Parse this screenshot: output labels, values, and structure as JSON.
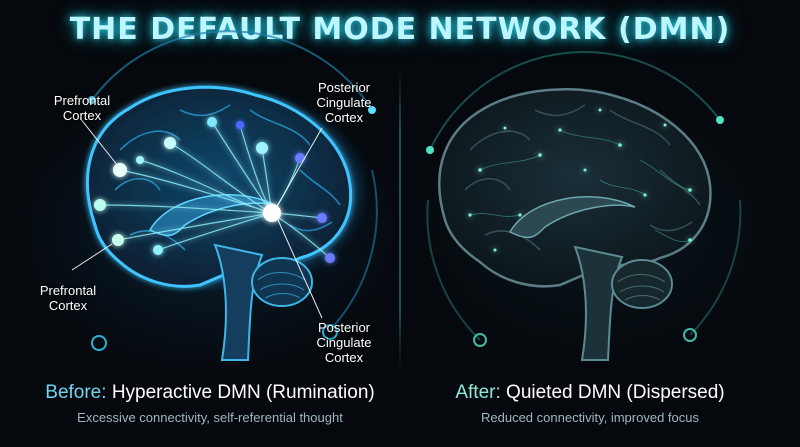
{
  "title": "THE DEFAULT MODE NETWORK (DMN)",
  "before": {
    "labels": {
      "prefrontal_top": "Prefrontal\nCortex",
      "prefrontal_bottom": "Prefrontal\nCortex",
      "posterior_top": "Posterior\nCingulate\nCortex",
      "posterior_bottom": "Posterior\nCingulate\nCortex"
    },
    "heading": "Before:",
    "caption": "Hyperactive DMN (Rumination)",
    "subcaption": "Excessive connectivity, self-referential thought"
  },
  "after": {
    "heading": "After:",
    "caption": "Quieted DMN (Dispersed)",
    "subcaption": "Reduced connectivity, improved focus"
  },
  "colors": {
    "before_glow": "#3fd0ff",
    "after_glow": "#4fe3c8",
    "title": "#bdf6ff"
  }
}
